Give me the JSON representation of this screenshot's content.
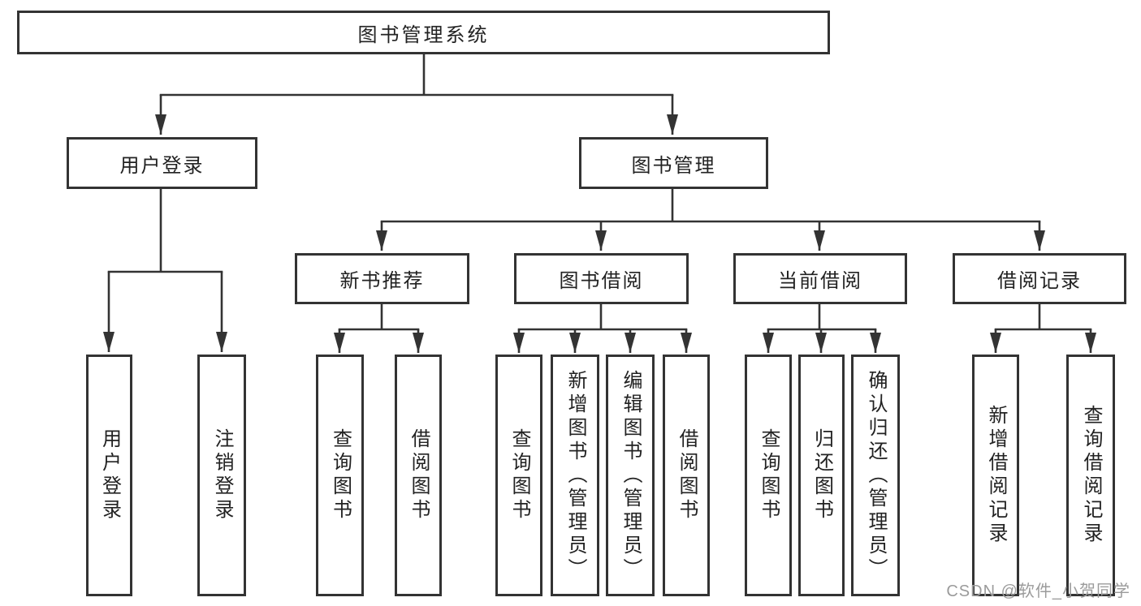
{
  "diagram": {
    "tree": {
      "label": "图书管理系统",
      "children": [
        {
          "label": "用户登录",
          "children": [
            {
              "label": "用户登录"
            },
            {
              "label": "注销登录"
            }
          ]
        },
        {
          "label": "图书管理",
          "children": [
            {
              "label": "新书推荐",
              "children": [
                {
                  "label": "查询图书"
                },
                {
                  "label": "借阅图书"
                }
              ]
            },
            {
              "label": "图书借阅",
              "children": [
                {
                  "label": "查询图书"
                },
                {
                  "label": "新增图书（管理员）"
                },
                {
                  "label": "编辑图书（管理员）"
                },
                {
                  "label": "借阅图书"
                }
              ]
            },
            {
              "label": "当前借阅",
              "children": [
                {
                  "label": "查询图书"
                },
                {
                  "label": "归还图书"
                },
                {
                  "label": "确认归还（管理员）"
                }
              ]
            },
            {
              "label": "借阅记录",
              "children": [
                {
                  "label": "新增借阅记录"
                },
                {
                  "label": "查询借阅记录"
                }
              ]
            }
          ]
        }
      ]
    },
    "colors": {
      "line": "#333333",
      "text": "#222222",
      "background": "#ffffff",
      "watermark": "#9b9b9b"
    }
  },
  "watermark": {
    "text": "CSDN @软件_小贺同学"
  }
}
